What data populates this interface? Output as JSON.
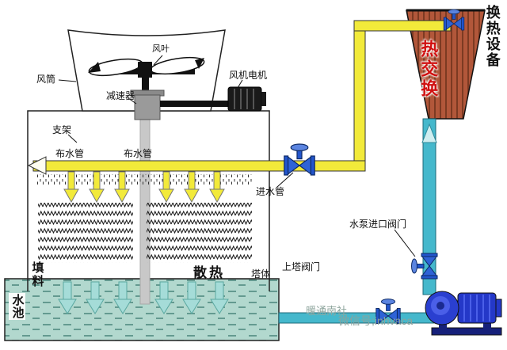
{
  "diagram": {
    "labels": {
      "fan_blade": "风叶",
      "fan_duct": "风筒",
      "fan_motor": "风机电机",
      "reducer": "减速器",
      "support": "支架",
      "water_dist_left": "布水管",
      "water_dist_right": "布水管",
      "inlet_pipe": "进水管",
      "fill_material": "填料",
      "heat_dissipation": "散热",
      "tower_body": "塔体",
      "upper_tower_valve": "上塔阀门",
      "pump_inlet_valve": "水泵进口阀门",
      "water_pool": "水池",
      "heat_exchange": "热交换",
      "heat_exchange_equipment": "换热设备"
    },
    "watermark": {
      "line1": "暖通南社",
      "line2": "微信号;inhvaca"
    },
    "colors": {
      "hot_pipe_yellow": "#f2ea3a",
      "cold_pipe_cyan": "#45b8cc",
      "heat_exchanger_brown": "#b2573a",
      "heat_exchanger_stripe": "#7c3a22",
      "pump_blue": "#2a3fd0",
      "valve_blue": "#2255cc",
      "pool_water": "#b2d8ce",
      "heat_exchange_text_red": "#d01010",
      "shaft_gray": "#c8c8c8"
    }
  }
}
